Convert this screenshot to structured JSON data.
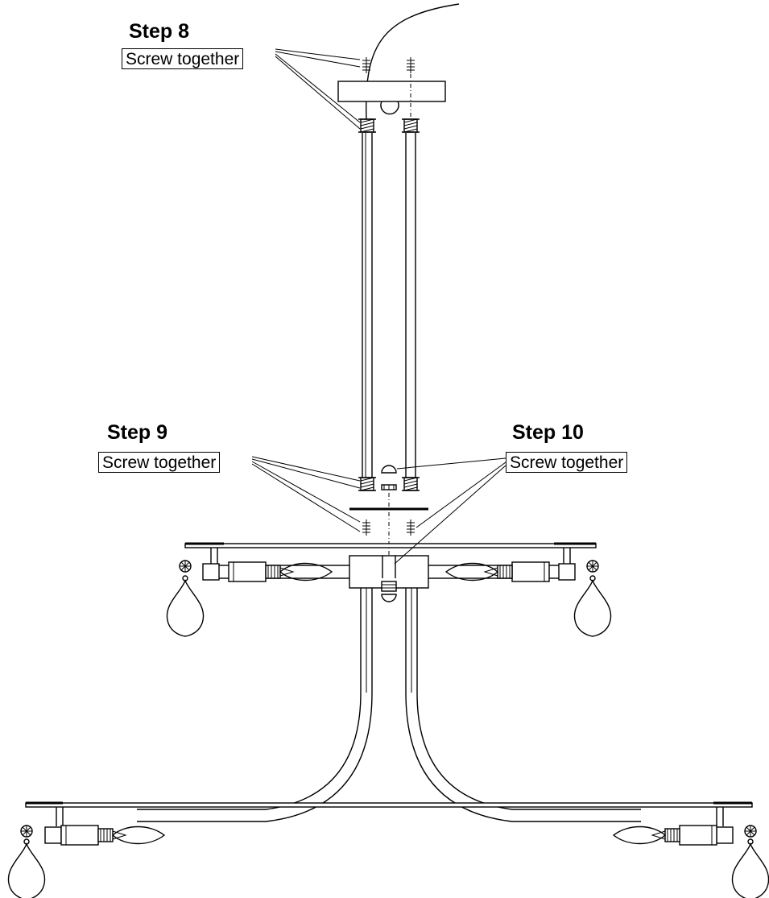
{
  "steps": [
    {
      "title": "Step 8",
      "label": "Screw together"
    },
    {
      "title": "Step 9",
      "label": "Screw together"
    },
    {
      "title": "Step 10",
      "label": "Screw together"
    }
  ]
}
